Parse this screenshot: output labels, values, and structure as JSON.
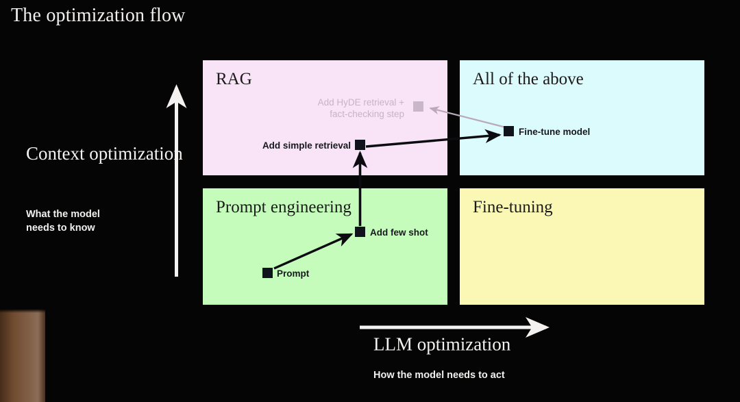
{
  "slide": {
    "title": "The optimization flow",
    "background_color": "#050505"
  },
  "quadrants": [
    {
      "key": "rag",
      "title": "RAG",
      "color": "#f8e3f7"
    },
    {
      "key": "all",
      "title": "All of the above",
      "color": "#dcfbfc"
    },
    {
      "key": "prompt",
      "title": "Prompt engineering",
      "color": "#c5fcbc"
    },
    {
      "key": "finetune",
      "title": "Fine-tuning",
      "color": "#fbf8b5"
    }
  ],
  "nodes": [
    {
      "key": "prompt",
      "label": "Prompt",
      "state": "active"
    },
    {
      "key": "add_few_shot",
      "label": "Add few shot",
      "state": "active"
    },
    {
      "key": "add_simple_retrieval",
      "label": "Add simple retrieval",
      "state": "active"
    },
    {
      "key": "fine_tune_model",
      "label": "Fine-tune model",
      "state": "active"
    },
    {
      "key": "add_hyde",
      "label": "Add HyDE retrieval + fact-checking step",
      "state": "faded"
    }
  ],
  "node_labels": {
    "prompt": "Prompt",
    "add_few_shot": "Add few shot",
    "add_simple_retrieval": "Add simple retrieval",
    "fine_tune_model": "Fine-tune model",
    "add_hyde_line1": "Add HyDE retrieval +",
    "add_hyde_line2": "fact-checking step"
  },
  "axes": {
    "y": {
      "name": "Context optimization",
      "subtitle_line1": "What the model",
      "subtitle_line2": "needs to know",
      "direction": "up"
    },
    "x": {
      "name": "LLM optimization",
      "subtitle": "How the model needs to act",
      "direction": "right"
    }
  },
  "overlay": {
    "wood_strip": "wood-texture-strip"
  },
  "colors": {
    "rag": "#f8e3f7",
    "all_of_the_above": "#dcfbfc",
    "prompt_engineering": "#c5fcbc",
    "fine_tuning": "#fbf8b5",
    "node": "#10121c",
    "node_faded": "#c9b6c9",
    "text_light": "#f2f0ee",
    "text_dark": "#16181d"
  }
}
